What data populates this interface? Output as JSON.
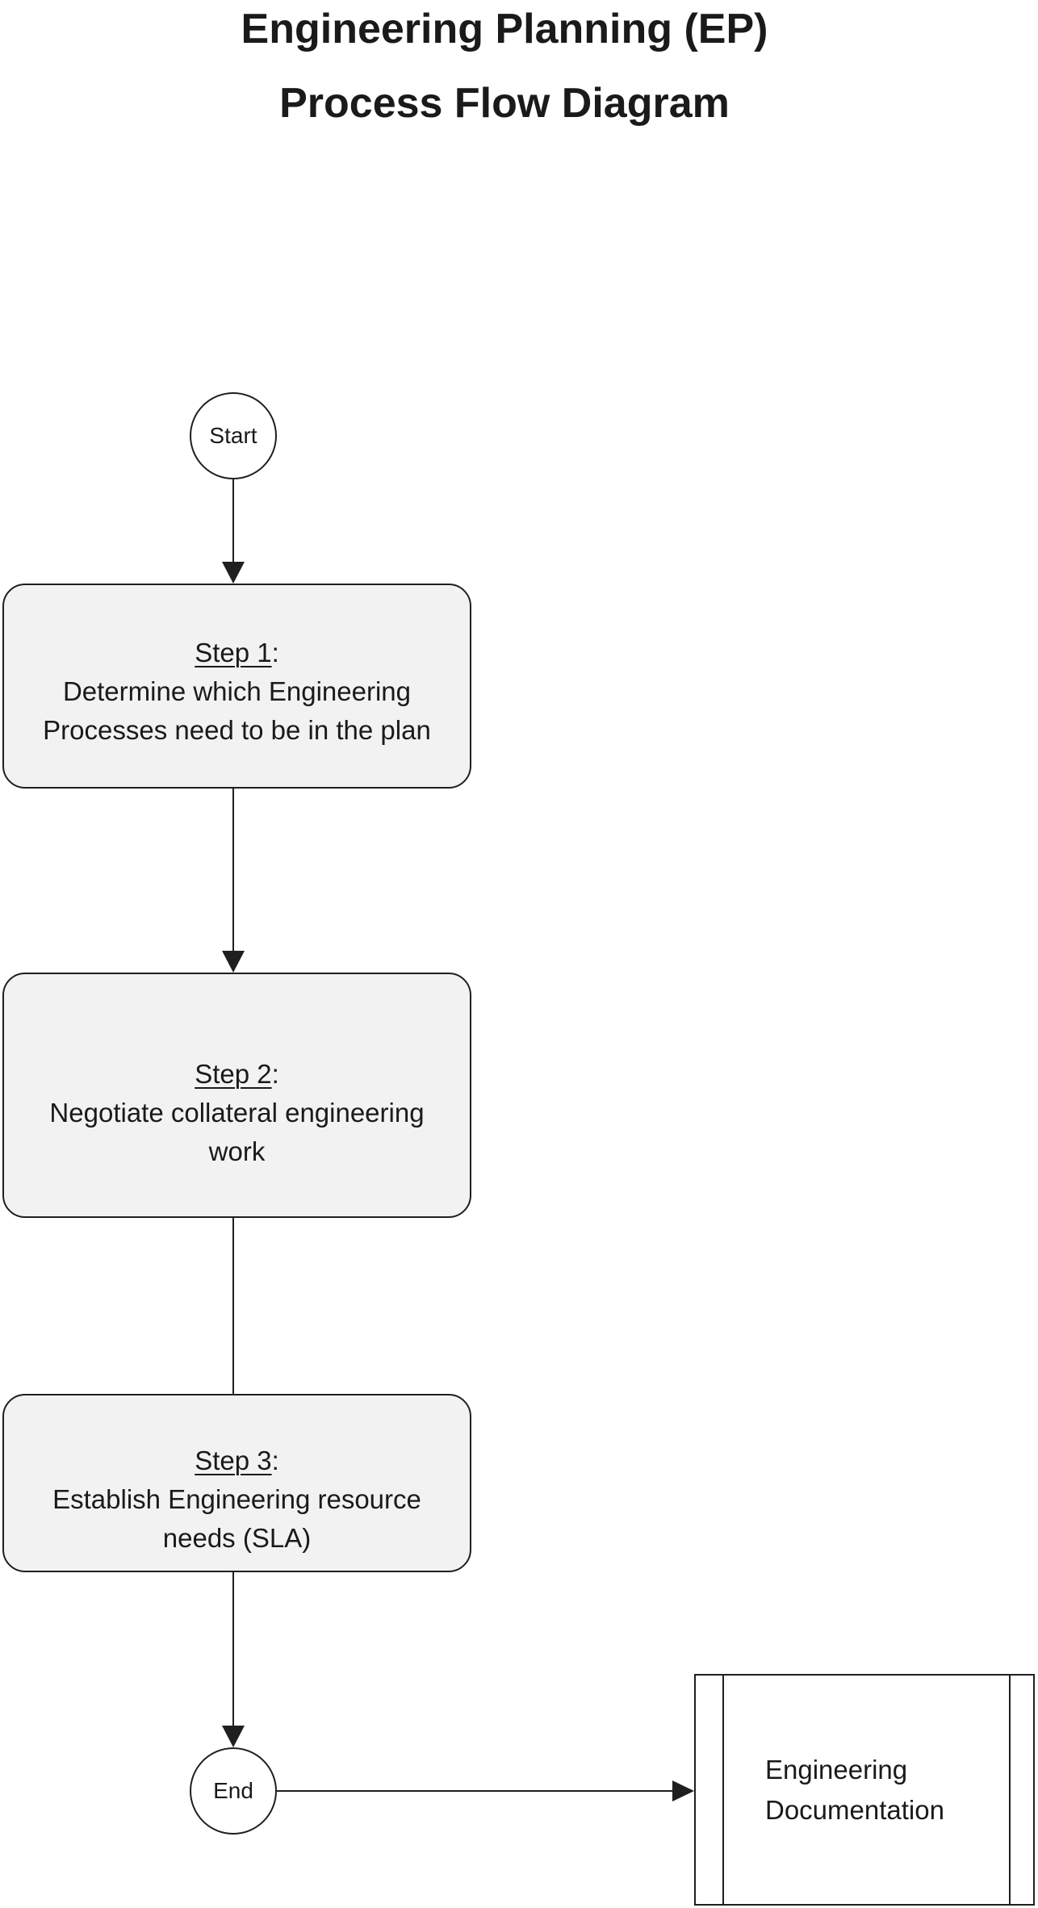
{
  "title": {
    "line1": "Engineering Planning (EP)",
    "line2": "Process Flow Diagram"
  },
  "nodes": {
    "start": {
      "label": "Start"
    },
    "end": {
      "label": "End"
    }
  },
  "steps": [
    {
      "heading": "Step 1",
      "heading_suffix": ":",
      "lines": [
        "Determine which Engineering",
        "Processes need to be in the plan"
      ]
    },
    {
      "heading": "Step 2",
      "heading_suffix": ":",
      "lines": [
        "Negotiate collateral engineering",
        "work"
      ]
    },
    {
      "heading": "Step 3",
      "heading_suffix": ":",
      "lines": [
        "Establish Engineering resource",
        "needs (SLA)"
      ]
    }
  ],
  "document": {
    "line1": "Engineering",
    "line2": "Documentation"
  },
  "colors": {
    "box_fill": "#f2f2f2",
    "stroke": "#1f1f1f",
    "text": "#1a1a1a"
  }
}
